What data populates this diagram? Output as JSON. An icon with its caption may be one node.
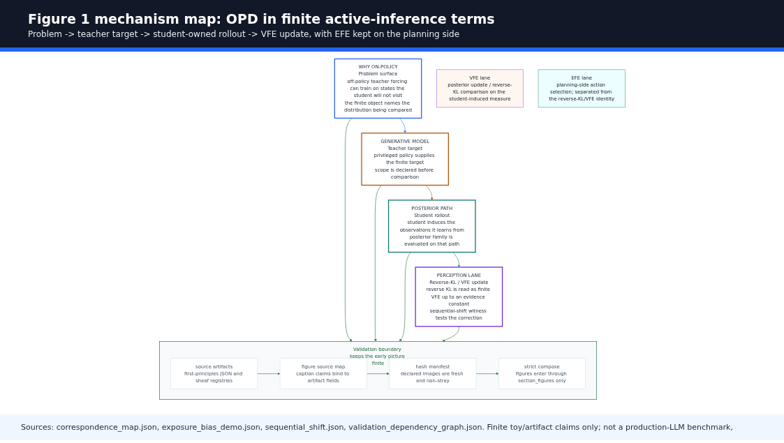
{
  "diagram": {
    "title": "Figure 1 mechanism map: OPD in finite active-inference terms",
    "caption": "Sources: correspondence_map.json, exposure_bias_demo.json, sequential_shift.json, validation_dependency_graph.json. Finite toy/artifact claims only; not a production-LLM benchmark,",
    "nodes": [
      {
        "text": [
          "WHY ON-POLICY",
          "Problem surface",
          "off-policy teacher forcing can train on states the student will not visit",
          "the finite object names the distribution being compared"
        ]
      },
      {
        "text": [
          "GENERATIVE MODEL",
          "Teacher target",
          "privileged policy supplies the finite target",
          "scope is declared before comparison"
        ]
      },
      {
        "text": [
          "POSTERIOR PATH",
          "Student rollout",
          "student induces the observations it learns from",
          "posterior family is evaluated on that path"
        ]
      },
      {
        "text": [
          "PERCEPTION LANE",
          "Reverse-KL / VFE update",
          "reverse KL is read as finite VFE up to an evidence constant",
          "sequential-shift witness tests the correction"
        ]
      },
      {
        "text": [
          "VFE lane",
          "posterior update / reverse-KL comparison on the student-induced measure"
        ]
      },
      {
        "text": [
          "EFE lane",
          "planning-side action selection; separated from the reverse-KL/VFE identity"
        ]
      },
      {
        "text": [
          "Validation boundary keeps the early picture finite"
        ]
      },
      {
        "text": [
          "source artifacts",
          "first-principles JSON and sheaf registries"
        ],
        "in": 6
      },
      {
        "text": [
          "figure source map",
          "caption claims bind to artifact fields"
        ],
        "in": 6
      },
      {
        "text": [
          "hash manifest",
          "declared images are fresh and non-stray"
        ],
        "in": 6
      },
      {
        "text": [
          "strict compose",
          "figures enter through section_figures only"
        ],
        "in": 6
      }
    ],
    "edges": [
      {
        "from": 0,
        "to": 1,
        "arrow": "to",
        "color": "#3b82f6"
      },
      {
        "from": 1,
        "to": 2,
        "arrow": "to",
        "color": "#c2621a"
      },
      {
        "from": 2,
        "to": 3,
        "arrow": "to",
        "color": "#2a8a7a"
      },
      {
        "from": 0,
        "to": 6,
        "arrow": "to"
      },
      {
        "from": 1,
        "to": 6,
        "arrow": "to"
      },
      {
        "from": 2,
        "to": 6,
        "arrow": "to"
      },
      {
        "from": 3,
        "to": 6,
        "arrow": "to"
      },
      {
        "from": 7,
        "to": 8,
        "arrow": "to"
      },
      {
        "from": 8,
        "to": 9,
        "arrow": "to"
      },
      {
        "from": 9,
        "to": 10,
        "arrow": "to"
      }
    ],
    "labels": [
      "Problem -> teacher target -> student-owned rollout -> VFE update, with EFE kept on the planning side"
    ]
  }
}
